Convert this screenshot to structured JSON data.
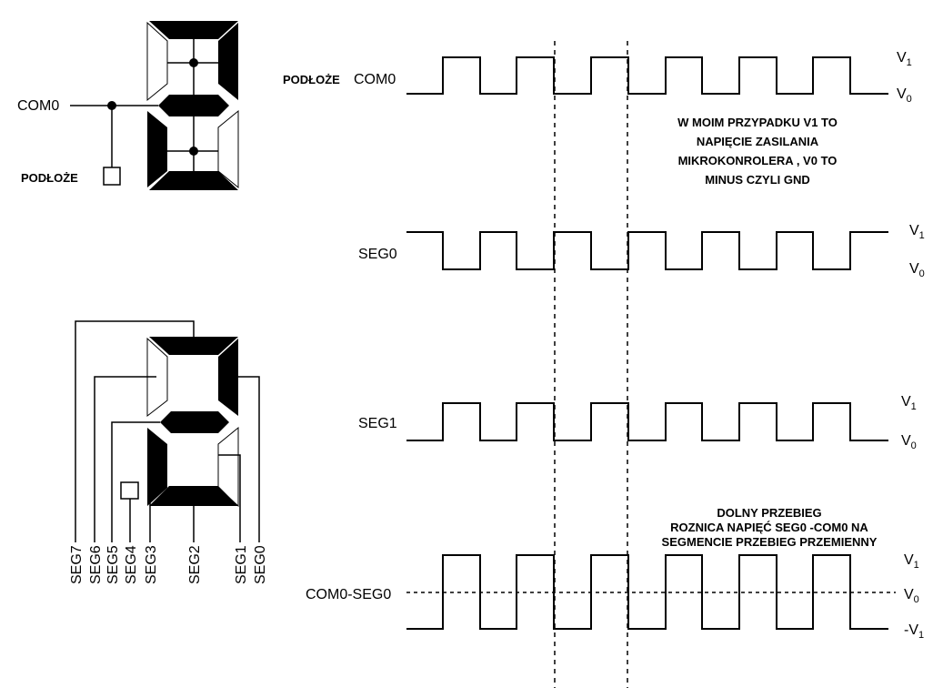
{
  "diagram": {
    "top_display": {
      "com_label": "COM0",
      "substrate_label": "PODŁOŻE"
    },
    "bottom_display": {
      "pin_labels": [
        "SEG7",
        "SEG6",
        "SEG5",
        "SEG4",
        "SEG3",
        "SEG2",
        "SEG1",
        "SEG0"
      ]
    },
    "waveforms": {
      "com0_prefix": "PODŁOŻE",
      "com0": "COM0",
      "seg0": "SEG0",
      "seg1": "SEG1",
      "diff": "COM0-SEG0"
    },
    "levels": {
      "v1": "V",
      "v1_sub": "1",
      "v0": "V",
      "v0_sub": "0",
      "neg_v1": "-V",
      "neg_v1_sub": "1"
    },
    "notes": {
      "note1": [
        "W MOIM PRZYPADKU V1 TO",
        "NAPIĘCIE ZASILANIA",
        "MIKROKONROLERA , V0 TO",
        "MINUS CZYLI GND"
      ],
      "note2": [
        "DOLNY PRZEBIEG",
        "ROZNICA NAPIĘĆ SEG0 -COM0 NA",
        "SEGMENCIE PRZEBIEG PRZEMIENNY"
      ]
    }
  }
}
